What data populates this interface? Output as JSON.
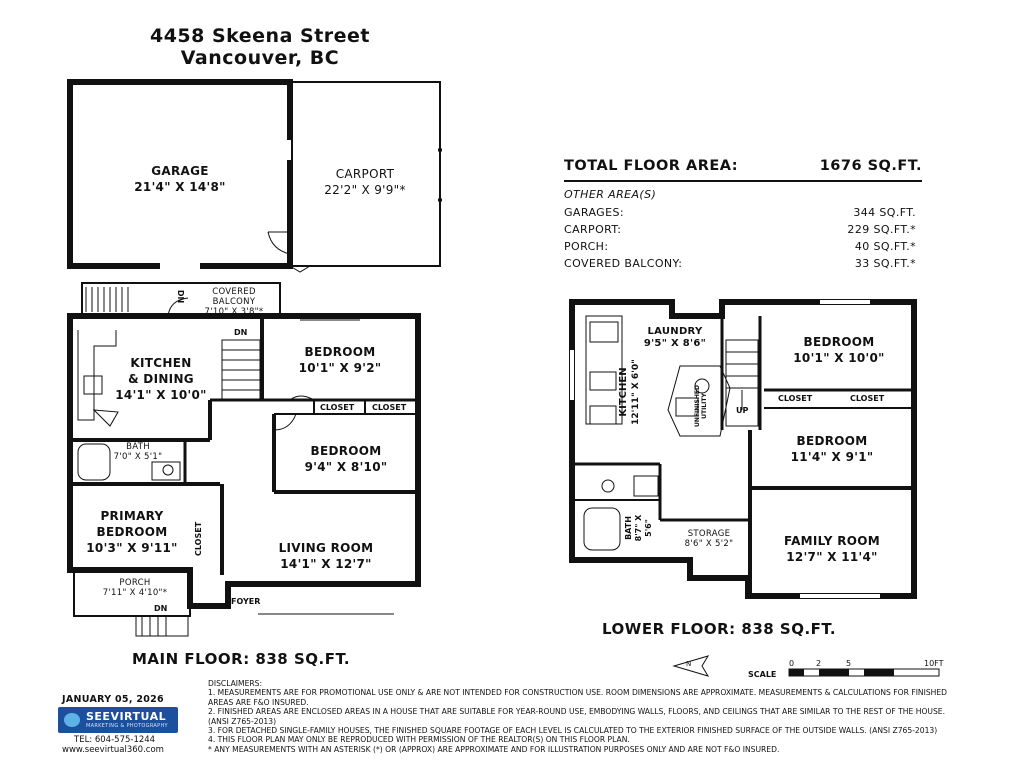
{
  "header": {
    "address_line1": "4458 Skeena Street",
    "address_line2": "Vancouver, BC"
  },
  "areas": {
    "total_label": "TOTAL FLOOR AREA:",
    "total_value": "1676 SQ.FT.",
    "other_heading": "OTHER AREA(S)",
    "rows": [
      {
        "label": "GARAGES:",
        "value": "344 SQ.FT."
      },
      {
        "label": "CARPORT:",
        "value": "229 SQ.FT.*"
      },
      {
        "label": "PORCH:",
        "value": "40 SQ.FT.*"
      },
      {
        "label": "COVERED BALCONY:",
        "value": "33 SQ.FT.*"
      }
    ]
  },
  "garage": {
    "name": "GARAGE",
    "dims": "21'4\" X 14'8\""
  },
  "carport": {
    "name": "CARPORT",
    "dims": "22'2\" X 9'9\"*"
  },
  "main_floor": {
    "title": "MAIN FLOOR: 838 SQ.FT.",
    "balcony": {
      "name": "COVERED",
      "name2": "BALCONY",
      "dims": "7'10\" X 3'8\"*"
    },
    "kitchen": {
      "name": "KITCHEN",
      "name2": "& DINING",
      "dims": "14'1\" X 10'0\""
    },
    "bedroom1": {
      "name": "BEDROOM",
      "dims": "10'1\" X 9'2\""
    },
    "bedroom2": {
      "name": "BEDROOM",
      "dims": "9'4\" X 8'10\""
    },
    "bath": {
      "name": "BATH",
      "dims": "7'0\" X 5'1\""
    },
    "primary": {
      "name": "PRIMARY",
      "name2": "BEDROOM",
      "dims": "10'3\" X 9'11\""
    },
    "living": {
      "name": "LIVING ROOM",
      "dims": "14'1\" X 12'7\""
    },
    "porch": {
      "name": "PORCH",
      "dims": "7'11\" X 4'10\"*"
    },
    "closet": "CLOSET",
    "foyer": "FOYER",
    "dn": "DN"
  },
  "lower_floor": {
    "title": "LOWER FLOOR: 838 SQ.FT.",
    "laundry": {
      "name": "LAUNDRY",
      "dims": "9'5\" X 8'6\""
    },
    "kitchen": {
      "name": "KITCHEN",
      "dims": "12'11\" X 6'0\""
    },
    "utility": "UNFINISHED UTILITY",
    "bedroom1": {
      "name": "BEDROOM",
      "dims": "10'1\" X 10'0\""
    },
    "bedroom2": {
      "name": "BEDROOM",
      "dims": "11'4\" X 9'1\""
    },
    "bath": {
      "name": "BATH",
      "dims": "8'7\" X 5'6\""
    },
    "storage": {
      "name": "STORAGE",
      "dims": "8'6\" X 5'2\""
    },
    "family": {
      "name": "FAMILY ROOM",
      "dims": "12'7\" X 11'4\""
    },
    "closet": "CLOSET",
    "up": "UP"
  },
  "scale": {
    "label": "SCALE",
    "ticks": [
      "0",
      "2",
      "5",
      "10FT"
    ],
    "north": "N"
  },
  "footer": {
    "date": "JANUARY 05, 2026",
    "brand": "SEEVIRTUAL",
    "brand_sub": "MARKETING & PHOTOGRAPHY",
    "tel": "TEL: 604-575-1244",
    "web": "www.seevirtual360.com"
  },
  "disclaimers": {
    "heading": "DISCLAIMERS:",
    "lines": [
      "1. MEASUREMENTS ARE FOR PROMOTIONAL USE ONLY & ARE NOT INTENDED FOR CONSTRUCTION USE. ROOM DIMENSIONS ARE APPROXIMATE. MEASUREMENTS & CALCULATIONS FOR FINISHED AREAS ARE F&O INSURED.",
      "2. FINISHED AREAS ARE ENCLOSED AREAS IN A HOUSE THAT ARE SUITABLE FOR YEAR-ROUND USE, EMBODYING WALLS, FLOORS, AND CEILINGS THAT ARE SIMILAR TO THE REST OF THE HOUSE. (ANSI Z765-2013)",
      "3. FOR DETACHED SINGLE-FAMILY HOUSES, THE FINISHED SQUARE FOOTAGE OF EACH LEVEL IS CALCULATED TO THE EXTERIOR FINISHED SURFACE OF THE OUTSIDE WALLS. (ANSI Z765-2013)",
      "4. THIS FLOOR PLAN MAY ONLY BE REPRODUCED WITH PERMISSION OF THE REALTOR(S) ON THIS FLOOR PLAN.",
      "* ANY MEASUREMENTS WITH AN ASTERISK (*) OR (APPROX) ARE APPROXIMATE AND FOR ILLUSTRATION PURPOSES ONLY AND ARE NOT F&O INSURED."
    ]
  }
}
